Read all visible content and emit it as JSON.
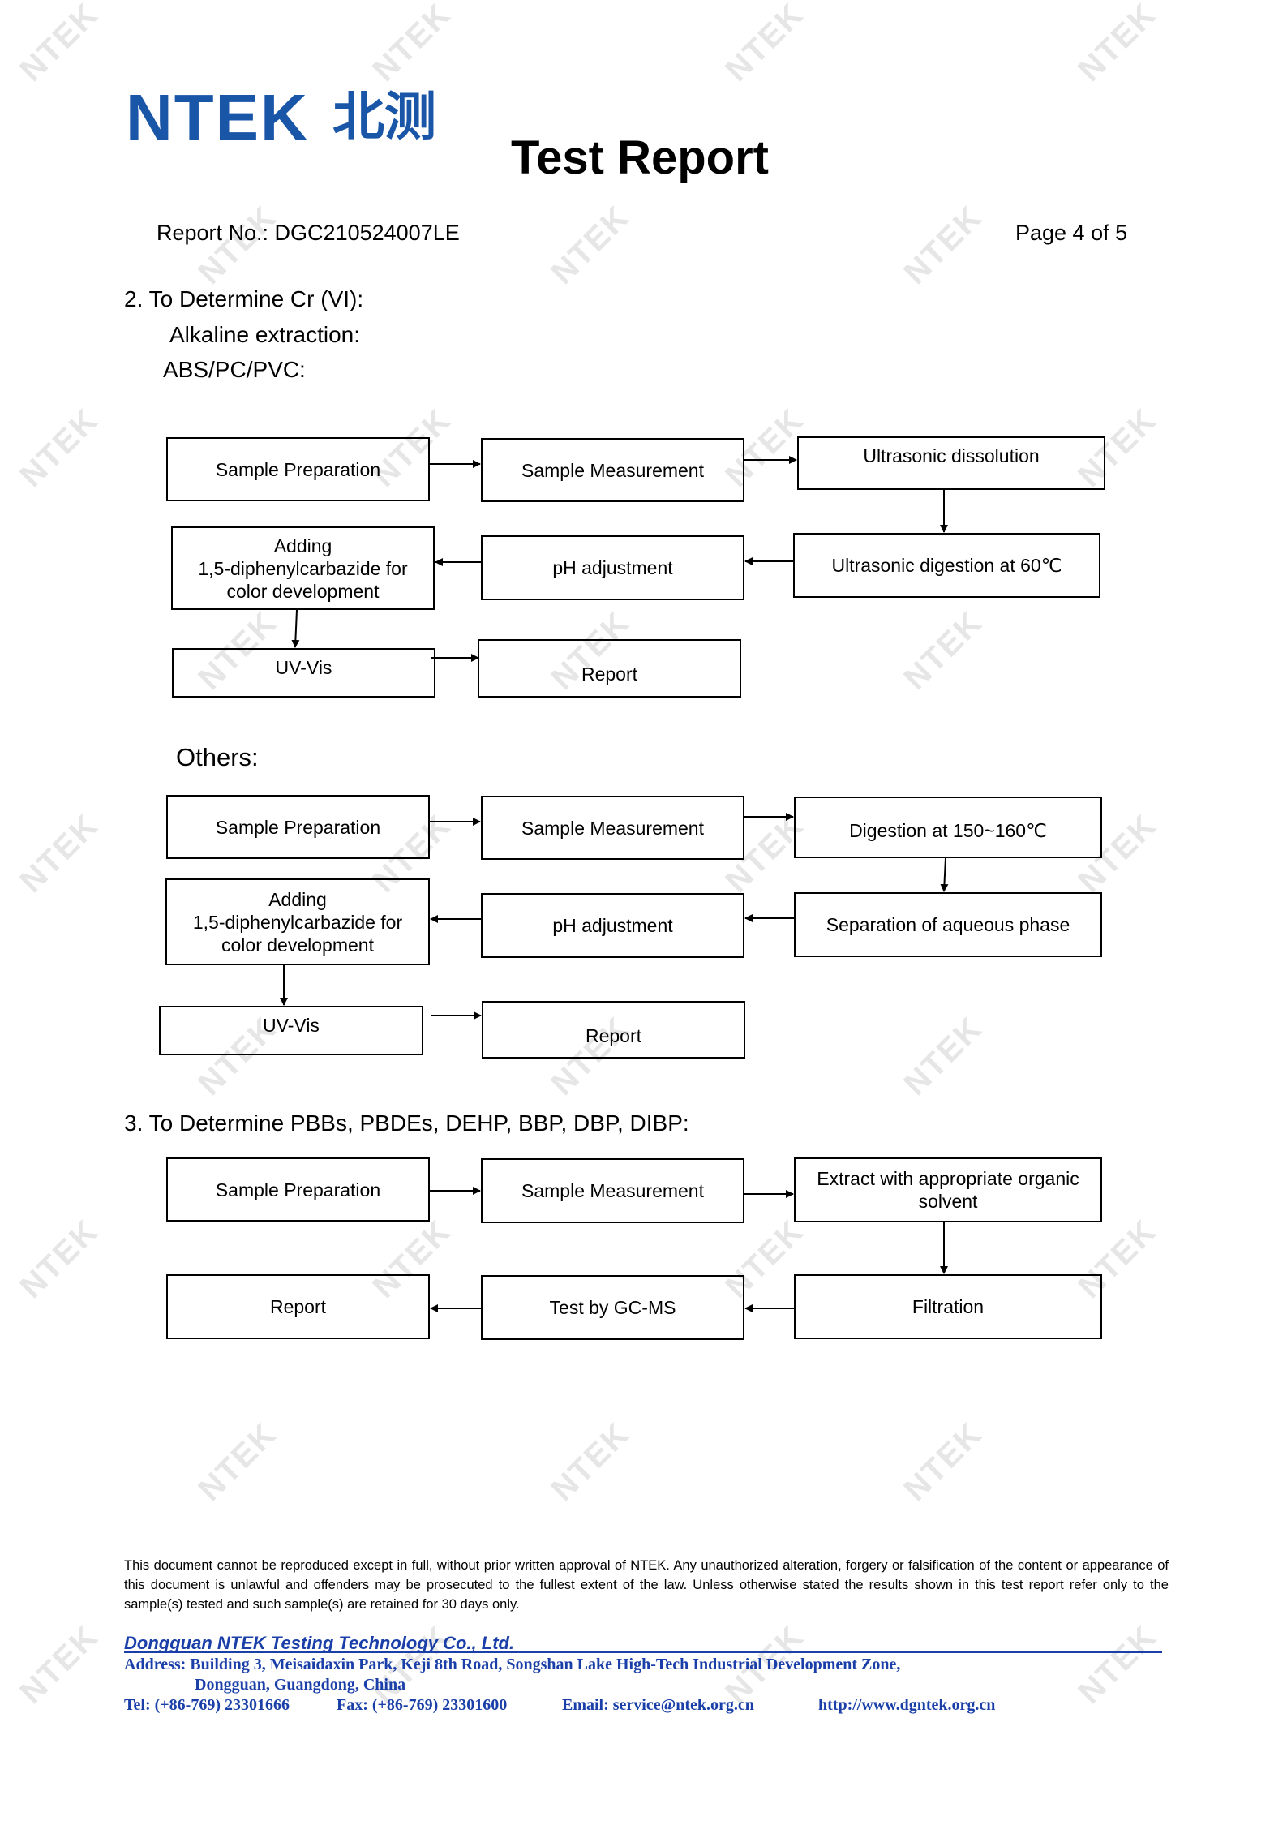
{
  "logo": {
    "latin": "NTEK",
    "chinese": "北测"
  },
  "watermark": "NTEK",
  "title": "Test Report",
  "header": {
    "report_no": "Report No.: DGC210524007LE",
    "page": "Page 4 of 5"
  },
  "section2": {
    "heading": "2. To Determine Cr (VI):",
    "sub1": "Alkaline extraction:",
    "sub2": "ABS/PC/PVC:",
    "flow1": {
      "sample_prep": "Sample Preparation",
      "sample_meas": "Sample Measurement",
      "step3": "Ultrasonic dissolution",
      "step4": "Ultrasonic digestion at 60℃",
      "ph": "pH adjustment",
      "adding_l1": "Adding",
      "adding_l2": "1,5-diphenylcarbazide for",
      "adding_l3": "color development",
      "uvvis": "UV-Vis",
      "report": "Report"
    },
    "others_label": "Others:",
    "flow2": {
      "sample_prep": "Sample Preparation",
      "sample_meas": "Sample Measurement",
      "step3": "Digestion at 150~160℃",
      "step4": "Separation of aqueous phase",
      "ph": "pH adjustment",
      "adding_l1": "Adding",
      "adding_l2": "1,5-diphenylcarbazide for",
      "adding_l3": "color development",
      "uvvis": "UV-Vis",
      "report": "Report"
    }
  },
  "section3": {
    "heading": "3. To Determine PBBs, PBDEs, DEHP, BBP, DBP, DIBP:",
    "flow": {
      "sample_prep": "Sample Preparation",
      "sample_meas": "Sample Measurement",
      "extract_l1": "Extract with appropriate organic",
      "extract_l2": "solvent",
      "filtration": "Filtration",
      "gcms": "Test by GC-MS",
      "report": "Report"
    }
  },
  "footer": {
    "legal": "This document cannot be reproduced except in full, without prior written approval of NTEK. Any unauthorized alteration, forgery or falsification of the content or appearance of  this document is unlawful and offenders may be prosecuted to the fullest extent of the law. Unless otherwise stated the results shown in this test report refer only to the sample(s) tested and such sample(s) are retained for 30 days only.",
    "company": "Dongguan NTEK Testing Technology Co., Ltd.",
    "address_l1": "Address: Building 3, Meisaidaxin Park, Keji 8th Road, Songshan Lake High-Tech Industrial Development Zone,",
    "address_l2": "Dongguan, Guangdong, China",
    "tel": "Tel: (+86-769) 23301666",
    "fax": "Fax: (+86-769) 23301600",
    "email": "Email: service@ntek.org.cn",
    "web": "http://www.dgntek.org.cn"
  }
}
